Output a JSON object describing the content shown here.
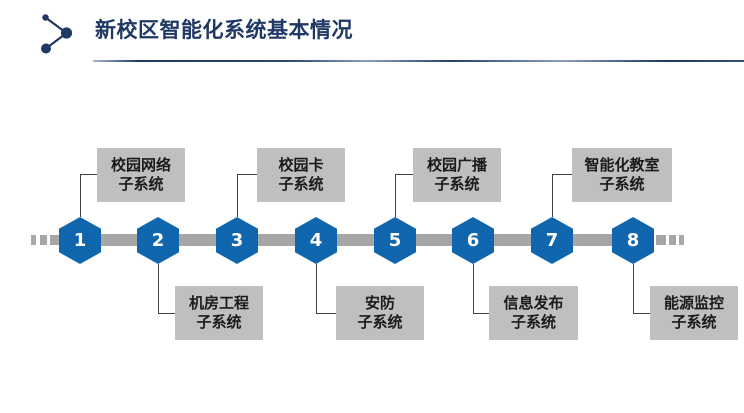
{
  "header": {
    "title": "新校区智能化系统基本情况",
    "logo_icon": "share-dots-icon"
  },
  "timeline": {
    "nodes": [
      {
        "number": "1",
        "position": "top",
        "label_line1": "校园网络",
        "label_line2": "子系统"
      },
      {
        "number": "2",
        "position": "bottom",
        "label_line1": "机房工程",
        "label_line2": "子系统"
      },
      {
        "number": "3",
        "position": "top",
        "label_line1": "校园卡",
        "label_line2": "子系统"
      },
      {
        "number": "4",
        "position": "bottom",
        "label_line1": "安防",
        "label_line2": "子系统"
      },
      {
        "number": "5",
        "position": "top",
        "label_line1": "校园广播",
        "label_line2": "子系统"
      },
      {
        "number": "6",
        "position": "bottom",
        "label_line1": "信息发布",
        "label_line2": "子系统"
      },
      {
        "number": "7",
        "position": "top",
        "label_line1": "智能化教室",
        "label_line2": "子系统"
      },
      {
        "number": "8",
        "position": "bottom",
        "label_line1": "能源监控",
        "label_line2": "子系统"
      }
    ]
  },
  "colors": {
    "title_navy": "#1F3864",
    "hexagon_blue": "#1066AD",
    "timeline_bar_gray": "#A6A6A6",
    "label_box_gray": "#BFBFBF",
    "connector_dark": "#404040"
  }
}
